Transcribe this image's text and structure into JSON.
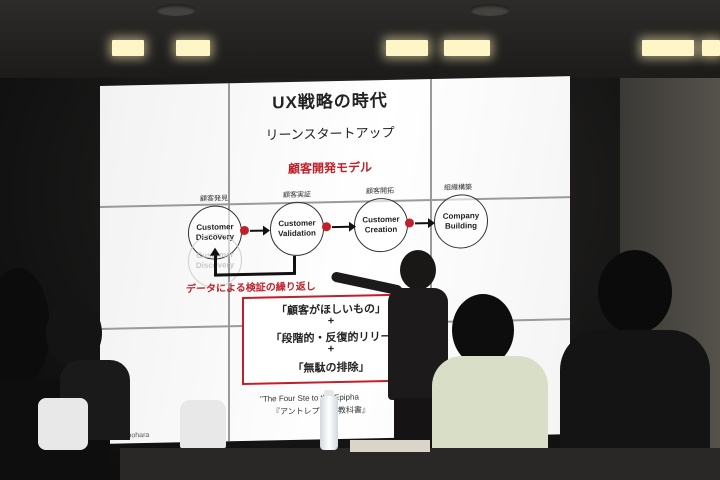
{
  "slide": {
    "title": "UX戦略の時代",
    "subtitle": "リーンスタートアップ",
    "model": "顧客開発モデル",
    "stages": [
      {
        "label": "顧客発見",
        "circle": "Customer Discovery"
      },
      {
        "label": "顧客実証",
        "circle": "Customer Validation"
      },
      {
        "label": "顧客開拓",
        "circle": "Customer Creation"
      },
      {
        "label": "組織構築",
        "circle": "Company Building"
      }
    ],
    "faded_circle": "Customer Discovery",
    "loop_caption": "データによる検証の繰り返し",
    "quote_lines": [
      "「顧客がほしいもの」",
      "「段階的・反復的リリー",
      "「無駄の排除」"
    ],
    "plus_sign": "+",
    "credit_line1": "\"The Four Ste     to the Epipha",
    "credit_line2": "『アントレプ     ーの教科書』",
    "author": "T. Shinohara"
  },
  "colors": {
    "accent_red": "#c0202a",
    "screen_white": "#ffffff",
    "room_dark": "#121212"
  }
}
